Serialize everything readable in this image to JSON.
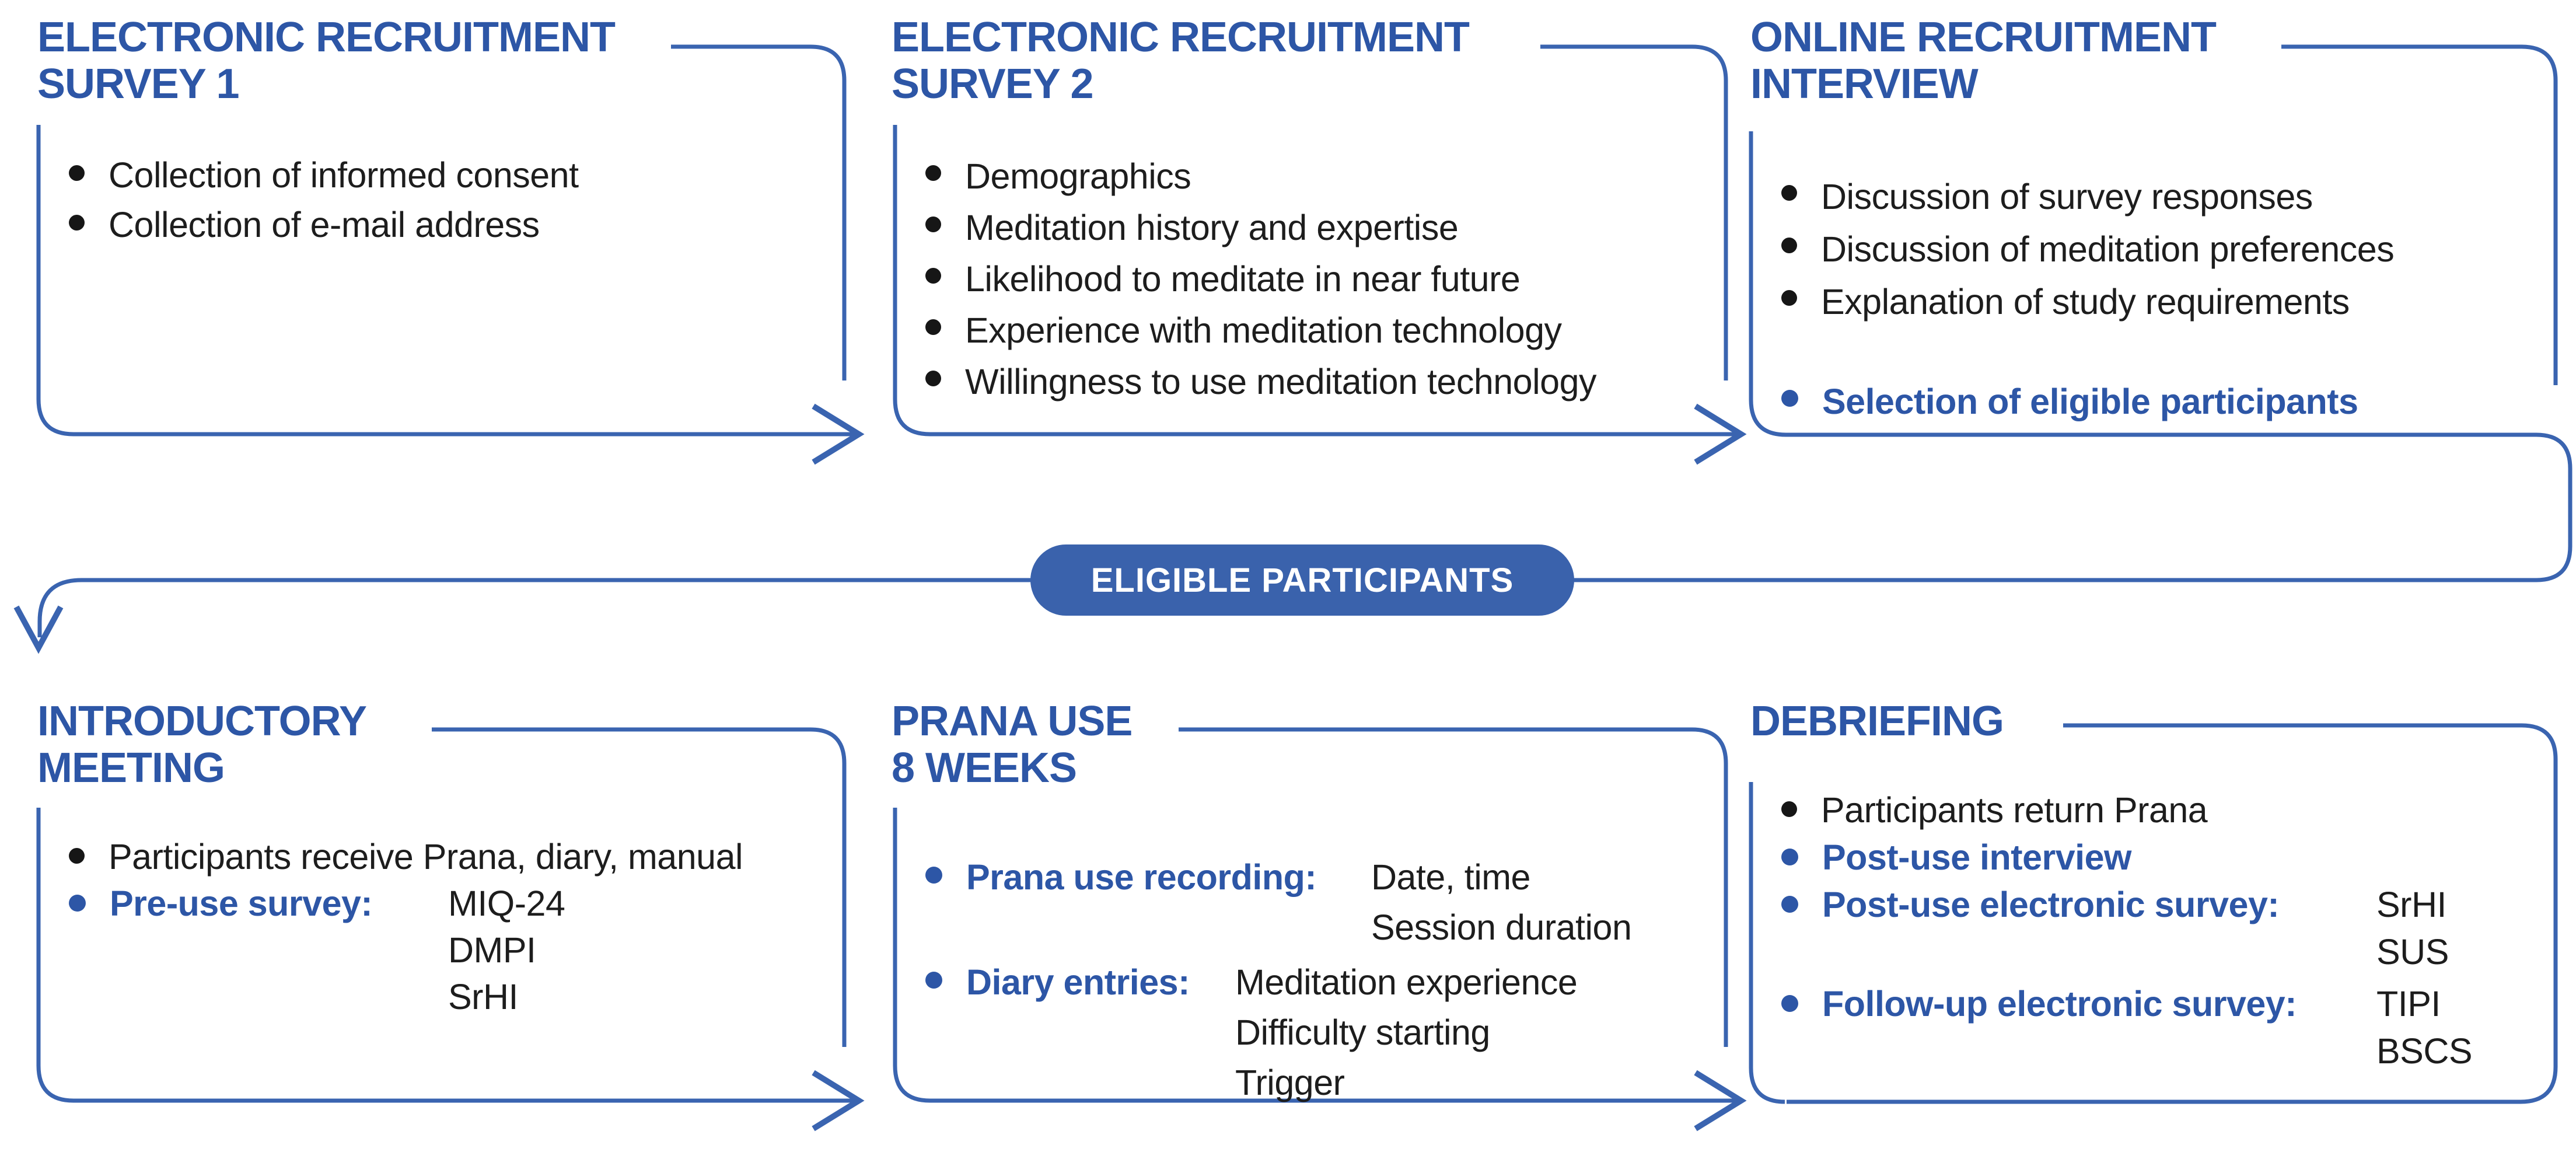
{
  "diagram": {
    "pill_label": "ELIGIBLE PARTICIPANTS",
    "colors": {
      "accent_blue": "#2d56a6",
      "line_blue": "#3a64b0",
      "pill_fill": "#3a62ac",
      "pill_text": "#ffffff",
      "body_text": "#1d1d1d"
    }
  },
  "boxes": [
    {
      "id": "electronic-recruitment-survey-1",
      "title1": "ELECTRONIC RECRUITMENT",
      "title2": "SURVEY 1",
      "bullets": [
        "Collection of informed consent",
        "Collection of e-mail address"
      ]
    },
    {
      "id": "electronic-recruitment-survey-2",
      "title1": "ELECTRONIC RECRUITMENT",
      "title2": "SURVEY 2",
      "bullets": [
        "Demographics",
        "Meditation history and expertise",
        "Likelihood to meditate in near future",
        "Experience with meditation technology",
        "Willingness to use meditation technology"
      ]
    },
    {
      "id": "online-recruitment-interview",
      "title1": "ONLINE RECRUITMENT",
      "title2": "INTERVIEW",
      "bullets": [
        "Discussion of survey responses",
        "Discussion of meditation preferences",
        "Explanation of study requirements"
      ],
      "highlight": "Selection of eligible participants"
    },
    {
      "id": "introductory-meeting",
      "title1": "INTRODUCTORY",
      "title2": "MEETING",
      "bullets": [
        "Participants receive Prana, diary, manual"
      ],
      "lead_bullets": [
        {
          "lead": "Pre-use survey:",
          "values": [
            "MIQ-24",
            "DMPI",
            "SrHI"
          ]
        }
      ]
    },
    {
      "id": "prana-use-8-weeks",
      "title1": "PRANA USE",
      "title2": "8 WEEKS",
      "lead_bullets": [
        {
          "lead": "Prana use recording:",
          "values": [
            "Date, time",
            "Session duration"
          ]
        },
        {
          "lead": "Diary entries:",
          "values": [
            "Meditation experience",
            "Difficulty starting",
            "Trigger"
          ]
        }
      ]
    },
    {
      "id": "debriefing",
      "title1": "DEBRIEFING",
      "bullets": [
        "Participants return Prana"
      ],
      "blue_bullets": [
        "Post-use interview"
      ],
      "lead_bullets": [
        {
          "lead": "Post-use electronic survey:",
          "values": [
            "SrHI",
            "SUS"
          ]
        },
        {
          "lead": "Follow-up electronic survey:",
          "values": [
            "TIPI",
            "BSCS"
          ]
        }
      ]
    }
  ]
}
